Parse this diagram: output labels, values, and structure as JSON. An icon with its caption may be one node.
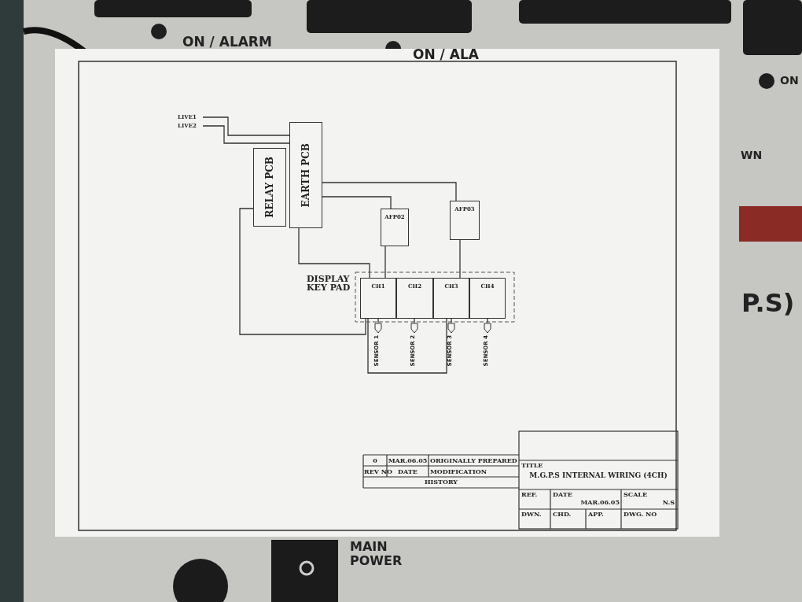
{
  "diagram": {
    "nodes": [
      {
        "text": [
          "RELAY PCB"
        ]
      },
      {
        "text": [
          "EARTH PCB"
        ]
      },
      {
        "text": [
          "AFP02"
        ]
      },
      {
        "text": [
          "AFP03"
        ]
      },
      {
        "text": [
          "DISPLAY KEY PAD"
        ]
      },
      {
        "text": [
          "CH1"
        ],
        "in": 4
      },
      {
        "text": [
          "CH2"
        ],
        "in": 4
      },
      {
        "text": [
          "CH3"
        ],
        "in": 4
      },
      {
        "text": [
          "CH4"
        ],
        "in": 4
      },
      {
        "text": [
          "SENSOR 1"
        ]
      },
      {
        "text": [
          "SENSOR 2"
        ]
      },
      {
        "text": [
          "SENSOR 3"
        ]
      },
      {
        "text": [
          "SENSOR 4"
        ]
      },
      {
        "text": [
          "LIVE1"
        ]
      },
      {
        "text": [
          "LIVE2"
        ]
      }
    ],
    "edges": [
      {
        "from": 1,
        "to": 3,
        "arrow": "none"
      },
      {
        "from": 1,
        "to": 2,
        "arrow": "none"
      },
      {
        "from": 1,
        "to": 5,
        "arrow": "none"
      },
      {
        "from": 0,
        "to": 5,
        "arrow": "none"
      },
      {
        "from": 2,
        "to": 5,
        "arrow": "none"
      },
      {
        "from": 3,
        "to": 7,
        "arrow": "none"
      },
      {
        "from": 5,
        "to": 7,
        "arrow": "none"
      },
      {
        "from": 5,
        "to": 9,
        "arrow": "none"
      },
      {
        "from": 6,
        "to": 10,
        "arrow": "none"
      },
      {
        "from": 7,
        "to": 11,
        "arrow": "none"
      },
      {
        "from": 8,
        "to": 12,
        "arrow": "none"
      },
      {
        "from": 13,
        "to": 1,
        "arrow": "none"
      },
      {
        "from": 14,
        "to": 1,
        "arrow": "none"
      }
    ],
    "labels": [
      "ON / ALARM",
      "ON / ALA",
      "ON",
      "WN",
      "P.S)",
      "0",
      "MAR.06.05",
      "ORIGINALLY PREPARED",
      "REV NO",
      "DATE",
      "MODIFICATION",
      "HISTORY",
      "TITLE",
      "M.G.P.S INTERNAL WIRING (4CH)",
      "REF.",
      "DATE",
      "MAR.06.05",
      "SCALE",
      "N.S",
      "DWN.",
      "CHD.",
      "APP.",
      "DWG. NO",
      "MAIN POWER"
    ]
  }
}
